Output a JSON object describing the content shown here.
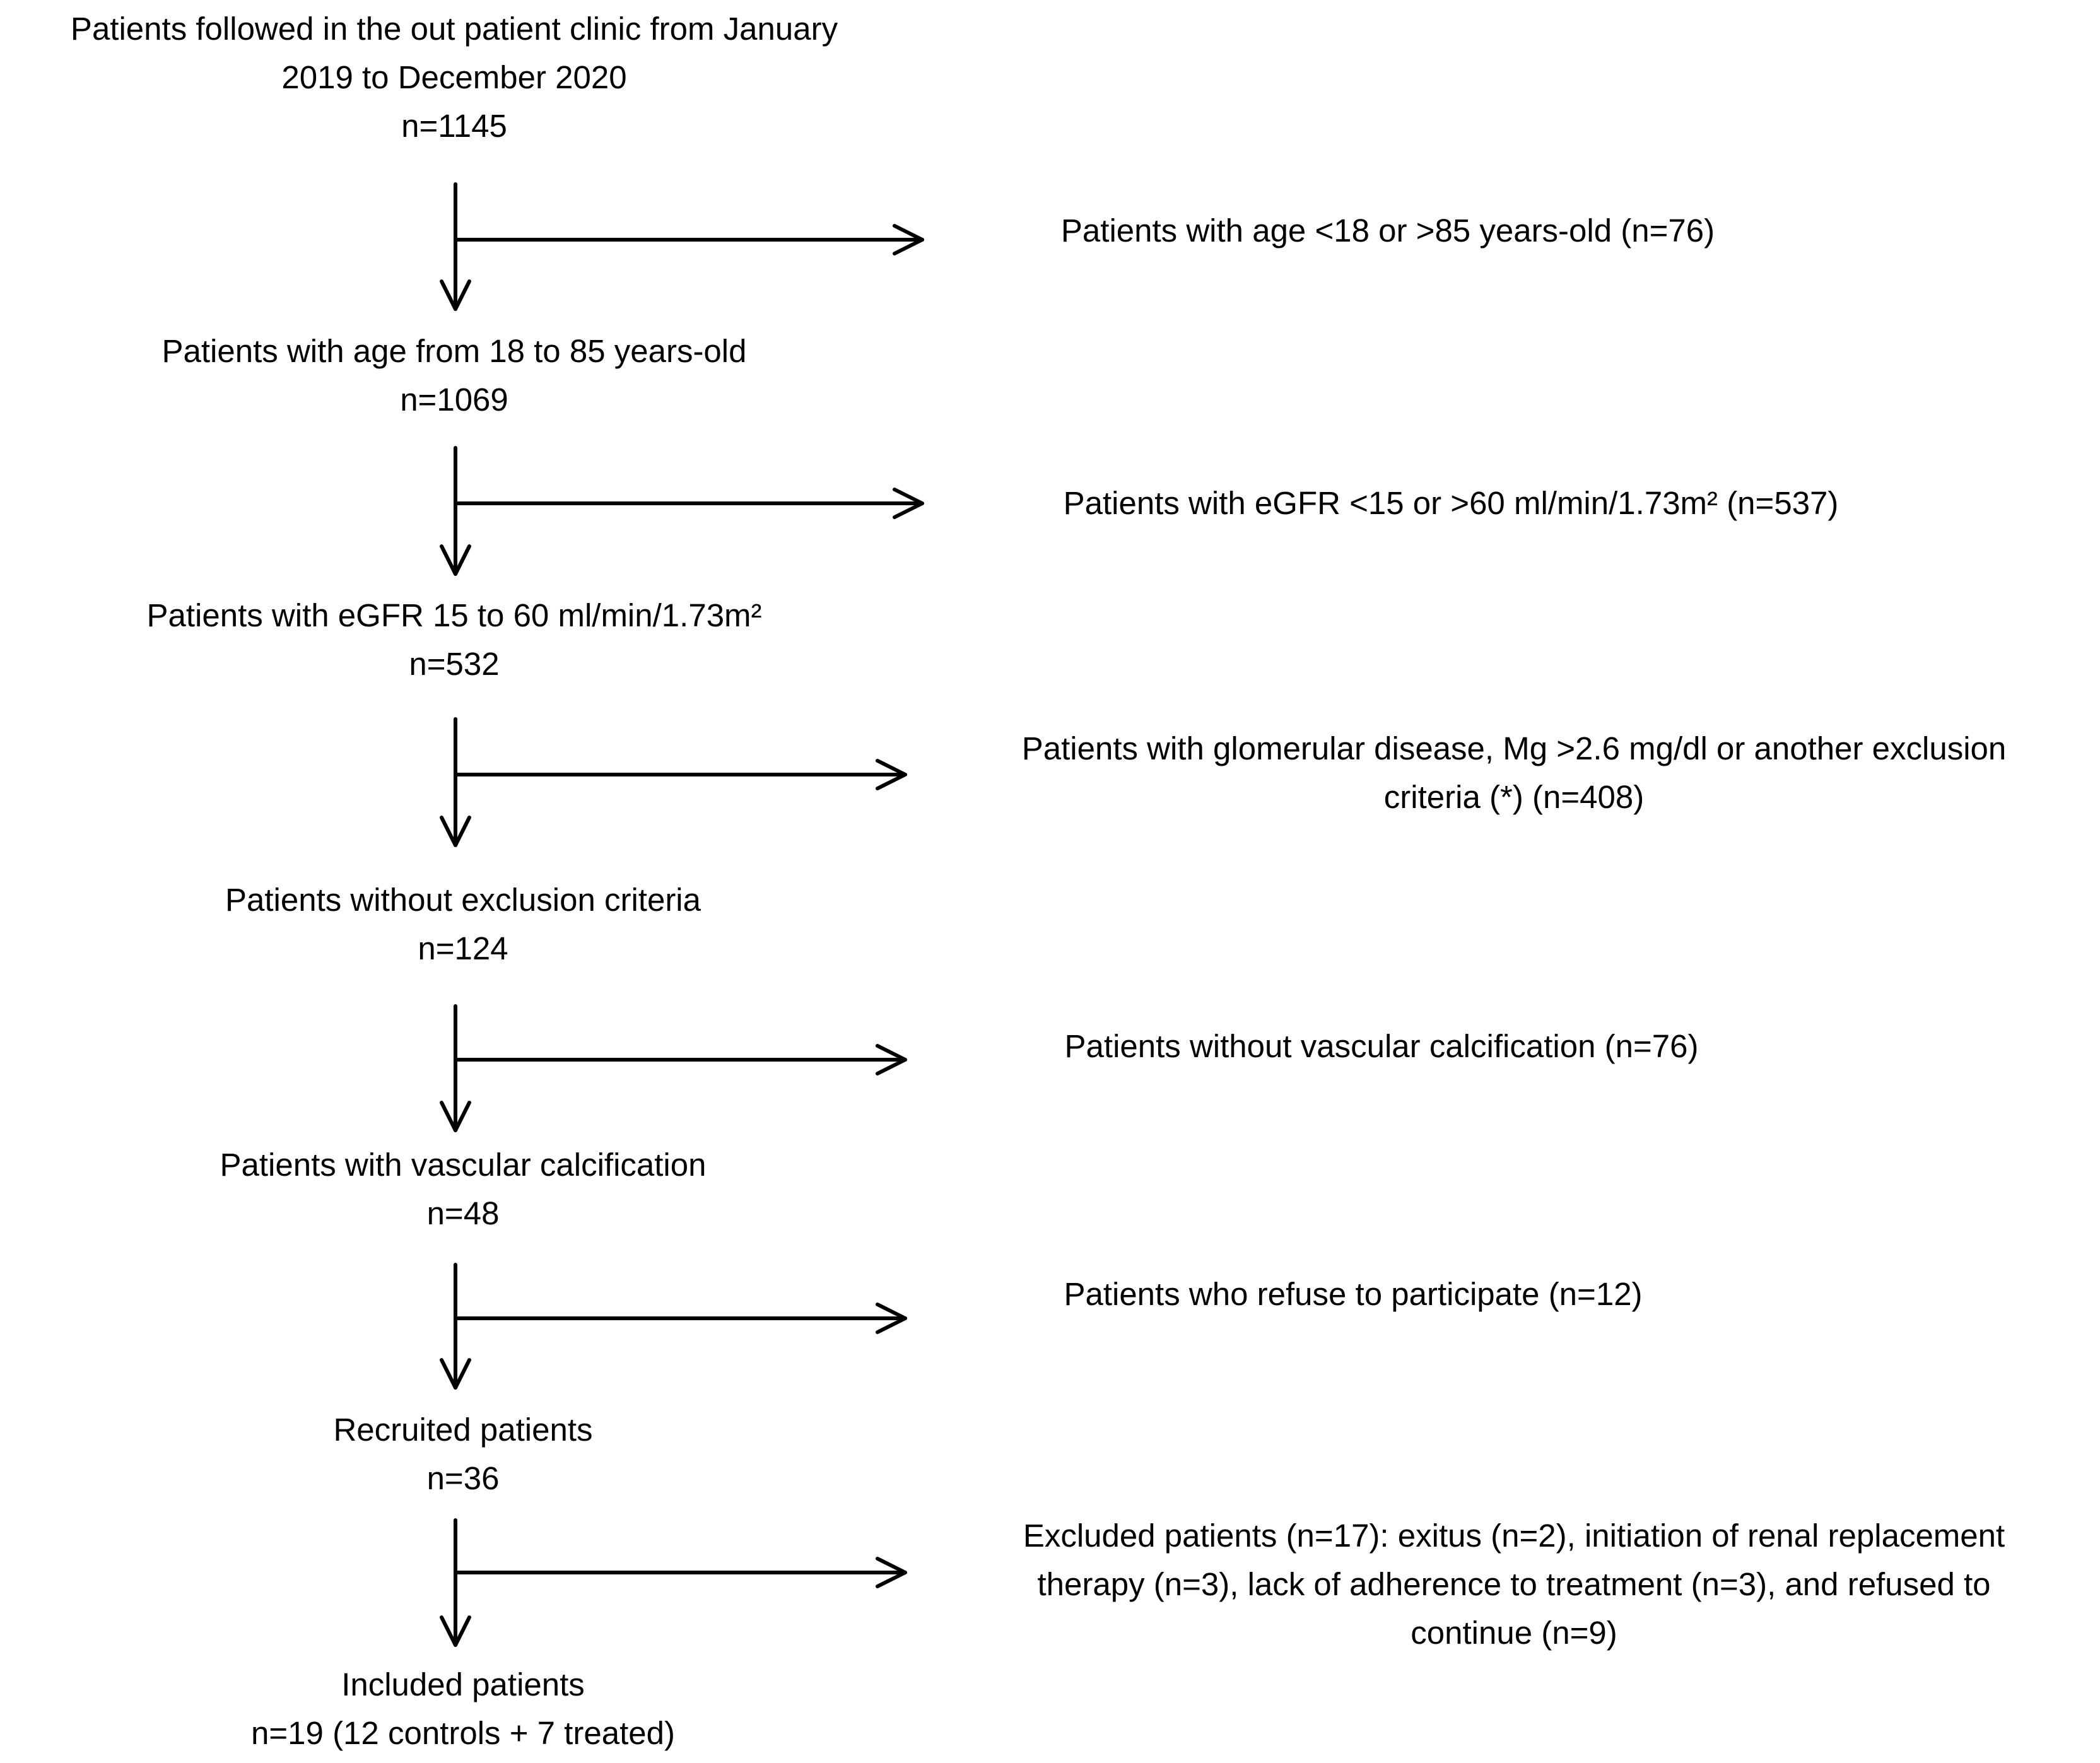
{
  "stages": [
    {
      "lines": [
        "Patients followed in the out patient clinic from January",
        "2019 to December 2020",
        "n=1145"
      ]
    },
    {
      "lines": [
        "Patients with age from 18 to 85 years-old",
        "n=1069"
      ]
    },
    {
      "lines": [
        "Patients with eGFR 15 to 60 ml/min/1.73m²",
        "n=532"
      ]
    },
    {
      "lines": [
        "Patients without exclusion criteria",
        "n=124"
      ]
    },
    {
      "lines": [
        "Patients  with vascular calcification",
        "n=48"
      ]
    },
    {
      "lines": [
        "Recruited patients",
        "n=36"
      ]
    },
    {
      "lines": [
        "Included patients",
        "n=19 (12 controls + 7 treated)"
      ]
    }
  ],
  "exclusions": [
    {
      "lines": [
        "Patients with age <18 or >85 years-old (n=76)"
      ]
    },
    {
      "lines": [
        "Patients with eGFR <15 or >60 ml/min/1.73m² (n=537)"
      ]
    },
    {
      "lines": [
        "Patients with glomerular disease, Mg >2.6 mg/dl or another exclusion",
        "criteria (*) (n=408)"
      ]
    },
    {
      "lines": [
        "Patients without vascular calcification (n=76)"
      ]
    },
    {
      "lines": [
        "Patients who refuse to participate (n=12)"
      ]
    },
    {
      "lines": [
        "Excluded patients (n=17): exitus (n=2), initiation of renal replacement",
        "therapy (n=3), lack of adherence to treatment (n=3), and refused to",
        "continue (n=9)"
      ]
    }
  ]
}
